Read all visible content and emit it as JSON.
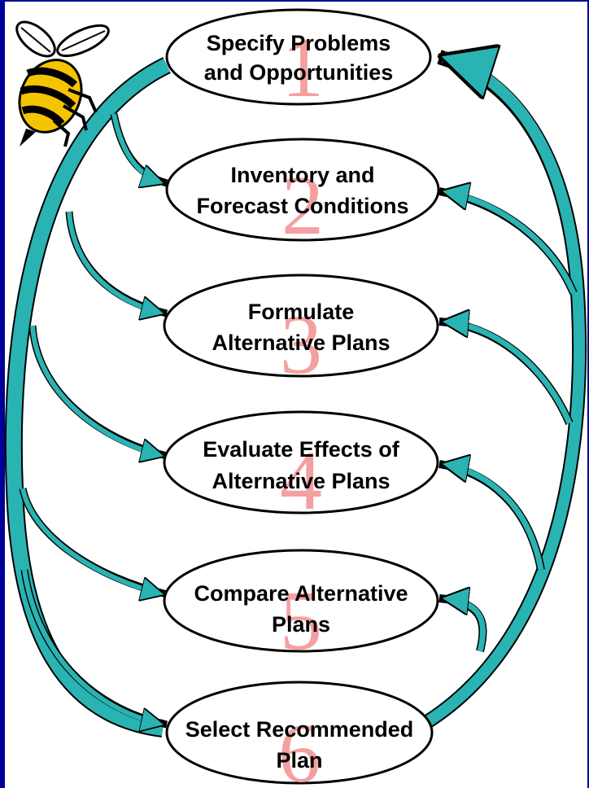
{
  "colors": {
    "background": "#000099",
    "arrow_fill": "#2ab3b3",
    "number": "#f4a0a0",
    "bee_yellow": "#f5c400"
  },
  "logo": {
    "icon": "bee-icon"
  },
  "steps": [
    {
      "number": "1",
      "lines": [
        "Specify Problems",
        "and Opportunities"
      ]
    },
    {
      "number": "2",
      "lines": [
        "Inventory and",
        "Forecast Conditions"
      ]
    },
    {
      "number": "3",
      "lines": [
        "Formulate",
        "Alternative Plans"
      ]
    },
    {
      "number": "4",
      "lines": [
        "Evaluate Effects of",
        "Alternative Plans"
      ]
    },
    {
      "number": "5",
      "lines": [
        "Compare Alternative",
        "Plans"
      ]
    },
    {
      "number": "6",
      "lines": [
        "Select Recommended",
        "Plan"
      ]
    }
  ]
}
